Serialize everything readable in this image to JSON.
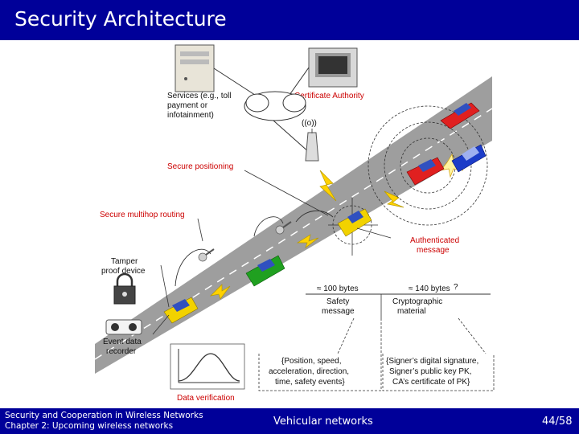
{
  "slide": {
    "title": "Security Architecture",
    "footer_left_line1": "Security and Cooperation in Wireless Networks",
    "footer_left_line2": "Chapter 2: Upcoming wireless networks",
    "footer_center": "Vehicular networks",
    "page": "44/58"
  },
  "diagram": {
    "services_l1": "Services  (e.g., toll",
    "services_l2": "payment or",
    "services_l3": "infotainment)",
    "ca": "Certificate Authority",
    "antenna_symbol": "((o))",
    "secure_positioning": "Secure positioning",
    "secure_multihop": "Secure multihop routing",
    "tamper_l1": "Tamper",
    "tamper_l2": "proof device",
    "edr_l1": "Event data",
    "edr_l2": "recorder",
    "data_verification": "Data verification",
    "auth_l1": "Authenticated",
    "auth_l2": "message",
    "size1": "≈ 100 bytes",
    "size2": "≈ 140 bytes",
    "question": "?",
    "safety_l1": "Safety",
    "safety_l2": "message",
    "crypto_l1": "Cryptographic",
    "crypto_l2": "material",
    "pos_l1": "{Position, speed,",
    "pos_l2": "acceleration, direction,",
    "pos_l3": "time, safety events}",
    "sig_l1": "{Signer’s digital signature,",
    "sig_l2": "Signer’s public key PK,",
    "sig_l3": "CA’s certificate of PK}"
  }
}
